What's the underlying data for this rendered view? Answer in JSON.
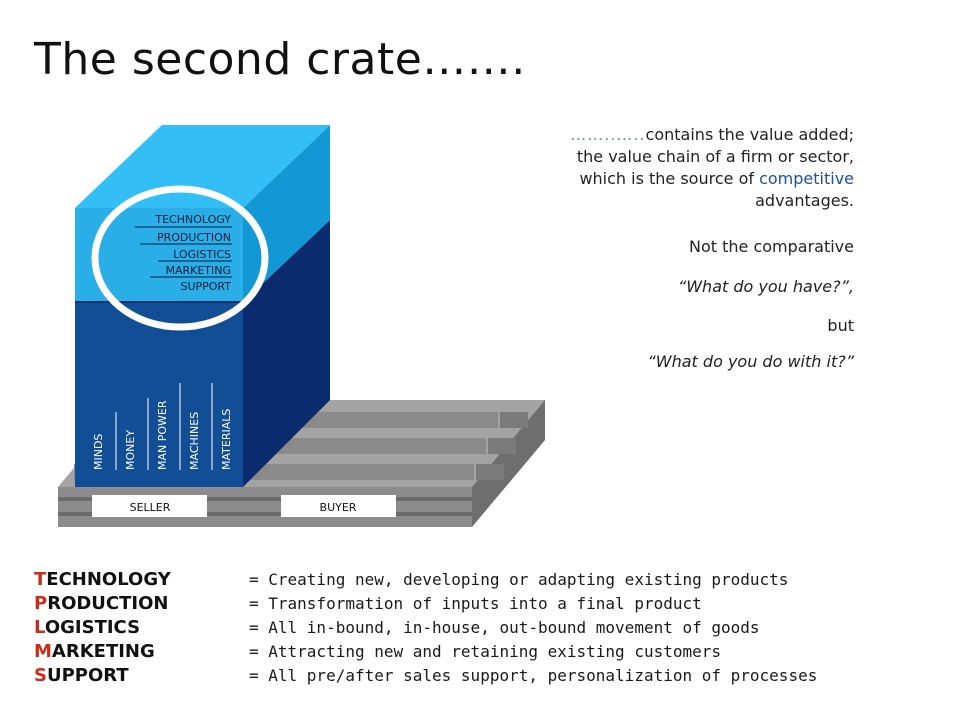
{
  "title": "The second crate…….",
  "crate": {
    "top_labels": [
      "TECHNOLOGY",
      "PRODUCTION",
      "LOGISTICS",
      "MARKETING",
      "SUPPORT"
    ],
    "side_labels": [
      "MINDS",
      "MONEY",
      "MAN POWER",
      "MACHINES",
      "MATERIALS"
    ],
    "pallet_left": "SELLER",
    "pallet_right": "BUYER"
  },
  "right_text": {
    "line1_dots": "……..…..",
    "line1": "contains the value added;",
    "line2": "the value chain of a firm or sector,",
    "line3_pre": "which is the source of ",
    "line3_accent": "competitive",
    "line4": "advantages.",
    "not_comparative": "Not the comparative",
    "question1": "“What do you have?”,",
    "but": "but",
    "question2": "“What do you do with it?”"
  },
  "definitions": [
    {
      "first": "T",
      "rest": "ECHNOLOGY",
      "def": "= Creating new, developing or adapting existing products"
    },
    {
      "first": "P",
      "rest": "RODUCTION",
      "def": "= Transformation of inputs into a final product"
    },
    {
      "first": "L",
      "rest": "OGISTICS",
      "def": "= All in-bound, in-house, out-bound movement of goods"
    },
    {
      "first": "M",
      "rest": "ARKETING",
      "def": "= Attracting new and retaining existing customers"
    },
    {
      "first": "S",
      "rest": "UPPORT",
      "def": "= All pre/after sales support, personalization of processes"
    }
  ],
  "colors": {
    "crate_top_light": "#33bff5",
    "crate_top_front": "#2aaee8",
    "crate_side_light": "#1398d6",
    "crate_front_dark": "#124e96",
    "crate_side_dark": "#0a2b6e",
    "pallet": "#8c8c8c",
    "accent_red": "#cc2a1b",
    "accent_blue": "#1e50a0"
  }
}
